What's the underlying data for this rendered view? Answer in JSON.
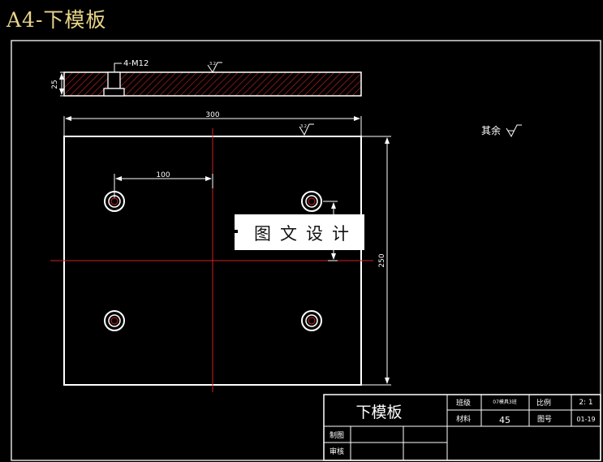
{
  "sheet_title": "A4-下模板",
  "side_view": {
    "thread_label": "4-M12",
    "height_dim": "25",
    "roughness_symbol": "∇"
  },
  "plan_view": {
    "width_dim": "300",
    "height_dim": "250",
    "hole_spacing_dim": "100",
    "roughness_symbol": "∇"
  },
  "general_roughness": {
    "label": "其余",
    "symbol": "∇"
  },
  "watermark": "图文设计",
  "title_block": {
    "part_name": "下模板",
    "class_label": "班级",
    "class_value": "07模具3班",
    "scale_label": "比例",
    "scale_value": "2: 1",
    "material_label": "材料",
    "material_value": "45",
    "drawing_no_label": "图号",
    "drawing_no_value": "01-19",
    "drawn_by_label": "制图",
    "checked_by_label": "审核"
  },
  "colors": {
    "background": "#000000",
    "line": "#ffffff",
    "centerline": "#d42020",
    "hatch": "#b02020",
    "title_text": "#e8d58a"
  }
}
